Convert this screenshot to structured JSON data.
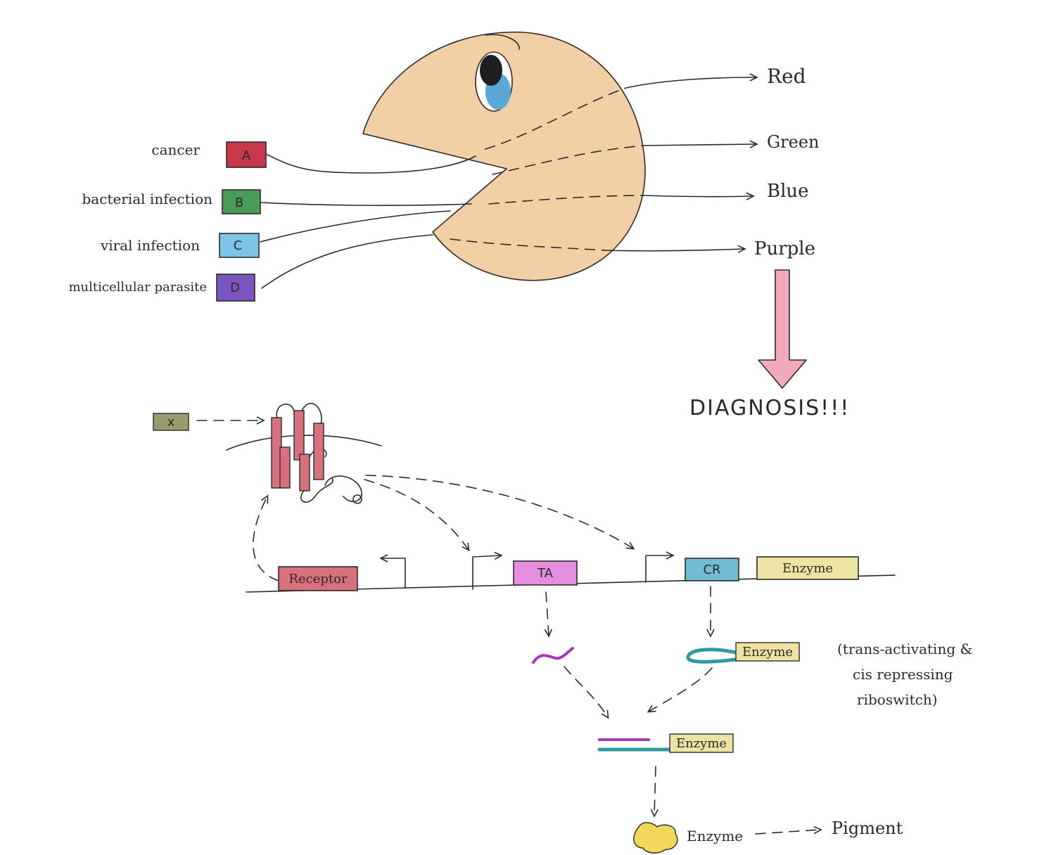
{
  "diagnostic": {
    "inputs": [
      {
        "disease": "cancer",
        "marker": "A",
        "color": "#c8384a"
      },
      {
        "disease": "bacterial infection",
        "marker": "B",
        "color": "#4a9a5a"
      },
      {
        "disease": "viral infection",
        "marker": "C",
        "color": "#7ec4e6"
      },
      {
        "disease": "multicellular parasite",
        "marker": "D",
        "color": "#7a55c0"
      }
    ],
    "outputs": [
      "Red",
      "Green",
      "Blue",
      "Purple"
    ],
    "result": "DIAGNOSIS!!!"
  },
  "circuit": {
    "signal": "x",
    "genes": {
      "receptor": "Receptor",
      "ta": "TA",
      "cr": "CR",
      "enzyme": "Enzyme"
    },
    "riboswitch_enzyme": "Enzyme",
    "complex_enzyme": "Enzyme",
    "riboswitch_note": [
      "(trans-activating &",
      "cis repressing",
      "riboswitch)"
    ],
    "product_enzyme": "Enzyme",
    "product": "Pigment"
  },
  "colors": {
    "pacman": "#f3cfa6",
    "receptor": "#d9707e",
    "ta": "#e58ee0",
    "cr": "#6fbcd4",
    "enzyme": "#ede3a2",
    "x_box": "#9a9c6e",
    "diagnosis_arrow": "#f2a9b8",
    "ta_rna": "#a23ab0",
    "cr_rna": "#2f9a9e",
    "enzyme_blob": "#f0d85a"
  }
}
